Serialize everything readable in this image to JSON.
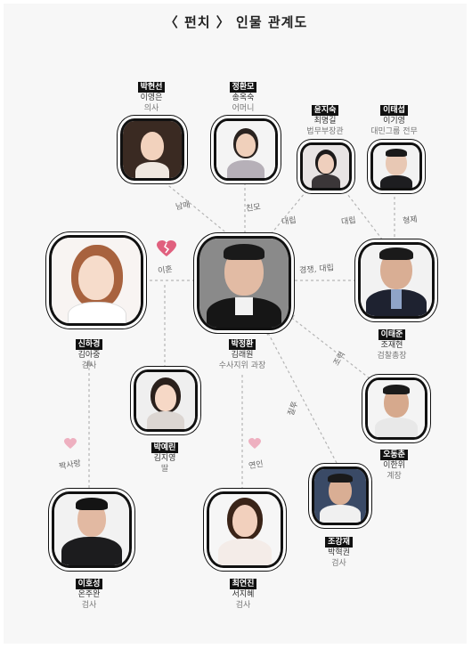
{
  "title": "〈 펀치 〉 인물 관계도",
  "people": [
    {
      "id": "park-hyunsun",
      "role": "박현선",
      "actor": "이영은",
      "job": "의사"
    },
    {
      "id": "jung-hwanmo",
      "role": "정환모",
      "actor": "송옥숙",
      "job": "어머니"
    },
    {
      "id": "yoon-jisook",
      "role": "윤지숙",
      "actor": "최명길",
      "job": "법무부장관"
    },
    {
      "id": "lee-taesub",
      "role": "이태섭",
      "actor": "이기영",
      "job": "대민그룹 전무"
    },
    {
      "id": "shin-hagyeong",
      "role": "신하경",
      "actor": "김아중",
      "job": "검사"
    },
    {
      "id": "park-junghwan",
      "role": "박정환",
      "actor": "김래원",
      "job": "수사지위 과장"
    },
    {
      "id": "lee-taejun",
      "role": "이태준",
      "actor": "조재현",
      "job": "검찰총장"
    },
    {
      "id": "park-yerin",
      "role": "박예린",
      "actor": "김지영",
      "job": "딸"
    },
    {
      "id": "oh-dongchun",
      "role": "오동춘",
      "actor": "이한위",
      "job": "계장"
    },
    {
      "id": "cho-kangjae",
      "role": "조강재",
      "actor": "박혁권",
      "job": "검사"
    },
    {
      "id": "lee-hosung",
      "role": "이호성",
      "actor": "온주완",
      "job": "검사"
    },
    {
      "id": "choi-yeonjin",
      "role": "최연진",
      "actor": "서지혜",
      "job": "검사"
    }
  ],
  "relations": {
    "ex_wife": "이혼",
    "sister": "남매",
    "mother": "친모",
    "conflict1": "대립",
    "conflict2": "대립",
    "siblings": "형제",
    "ambition": "경쟁, 대립",
    "loyalty": "조력",
    "jealousy": "질투",
    "crush": "짝사랑",
    "lover": "연인"
  },
  "colors": {
    "accent_heart": "#e8a1b3",
    "broken_heart": "#e0607e",
    "line": "#aaaaaa"
  }
}
